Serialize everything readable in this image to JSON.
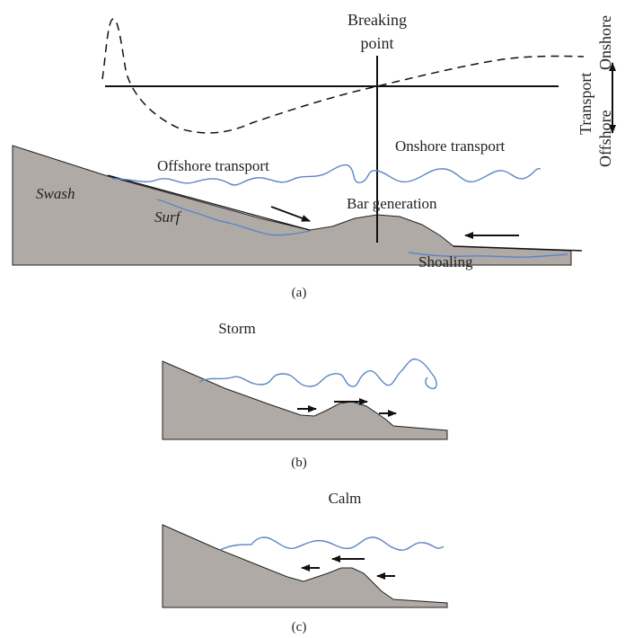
{
  "panel_a": {
    "breaking_point_line1": "Breaking",
    "breaking_point_line2": "point",
    "transport_label": "Transport",
    "onshore_label": "Onshore",
    "offshore_label": "Offshore",
    "offshore_transport": "Offshore transport",
    "onshore_transport": "Onshore transport",
    "swash": "Swash",
    "surf": "Surf",
    "bar_generation": "Bar generation",
    "shoaling": "Shoaling",
    "caption": "(a)"
  },
  "panel_b": {
    "title": "Storm",
    "caption": "(b)"
  },
  "panel_c": {
    "title": "Calm",
    "caption": "(c)"
  },
  "colors": {
    "sediment": "#b0aaa6",
    "wave": "#5b86c4",
    "line": "#111111"
  }
}
